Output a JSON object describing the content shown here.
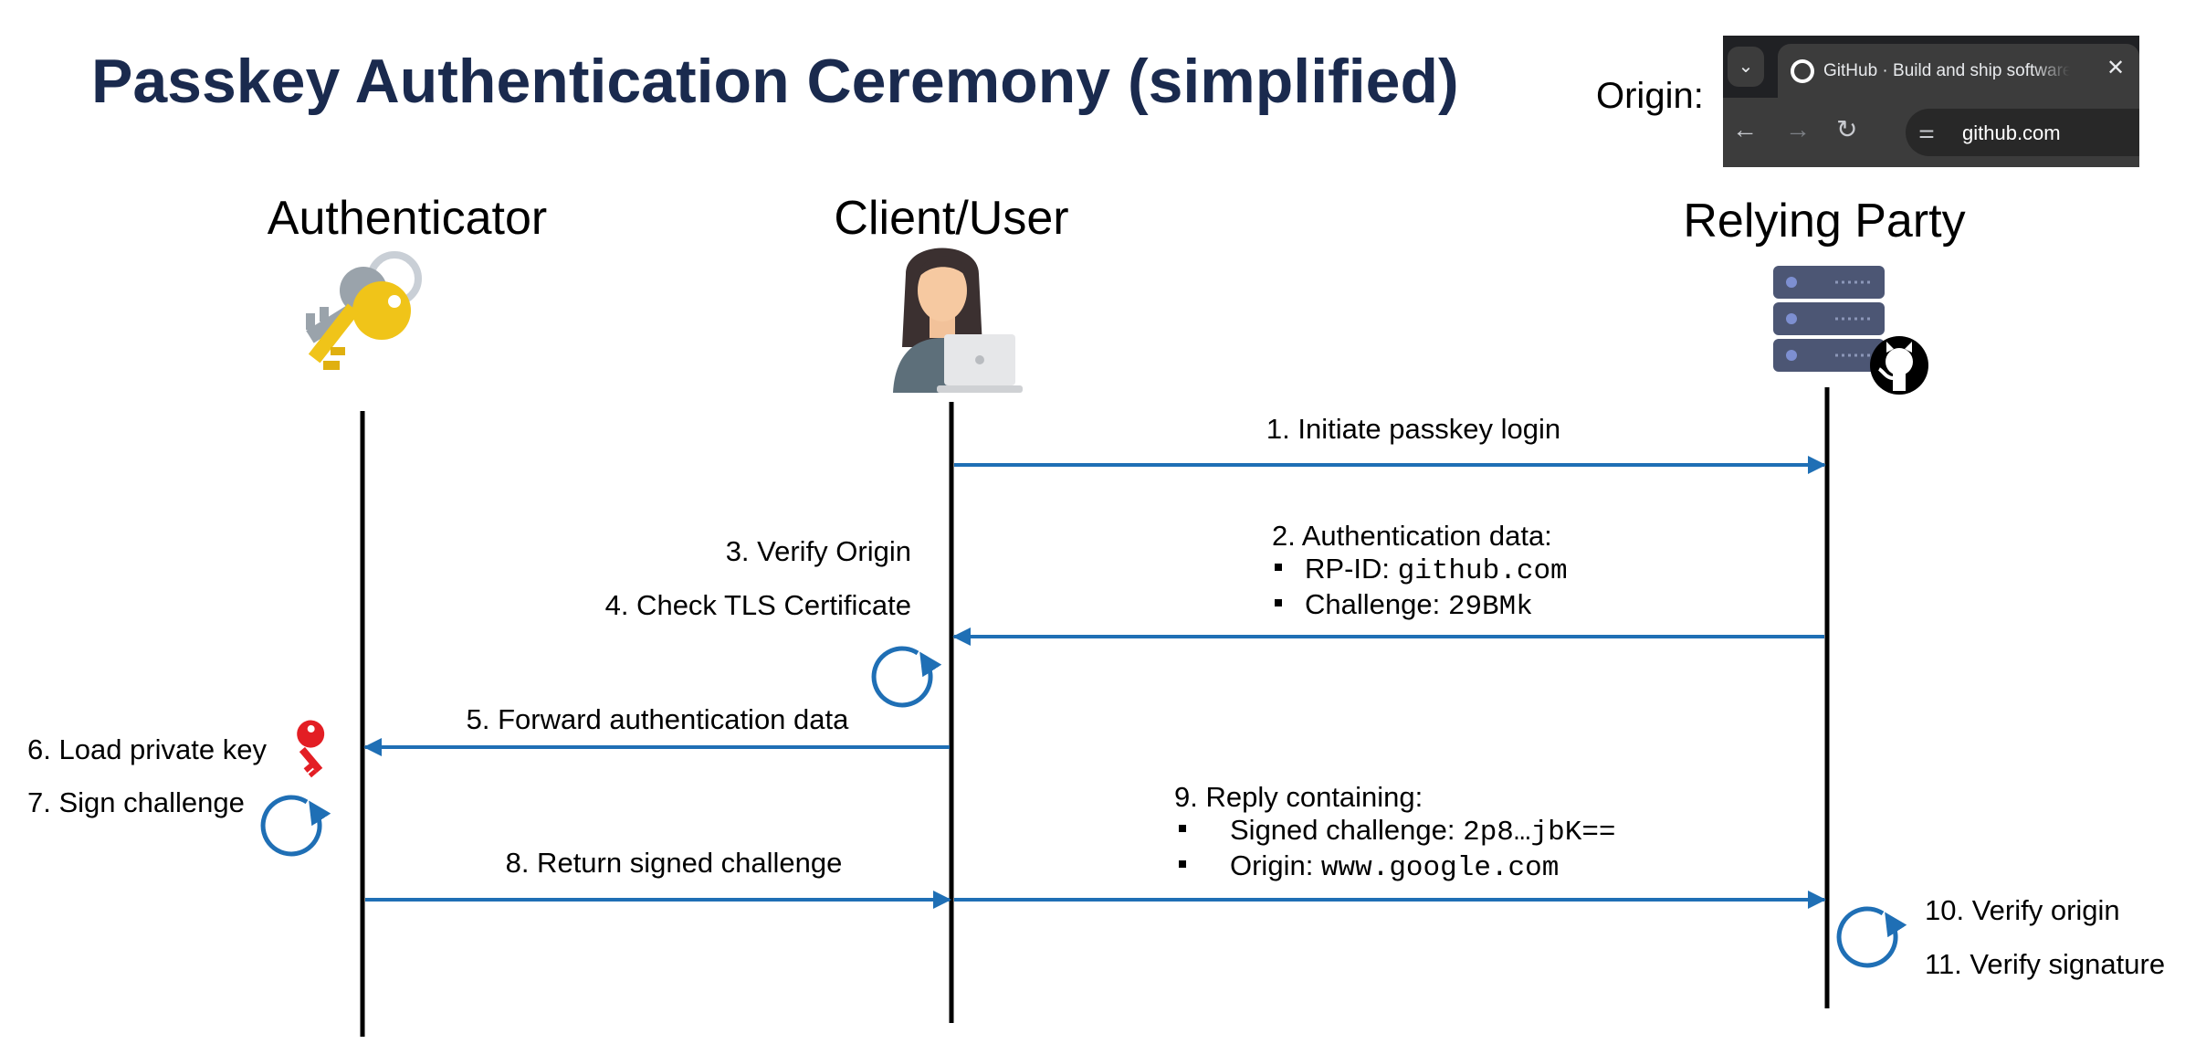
{
  "title": "Passkey Authentication Ceremony (simplified)",
  "origin_label": "Origin:",
  "browser": {
    "tab_title": "GitHub · Build and ship software",
    "url": "github.com",
    "icons": [
      "chevron-down-icon",
      "github-favicon-icon",
      "close-icon",
      "back-arrow-icon",
      "forward-arrow-icon",
      "reload-icon",
      "site-info-icon"
    ]
  },
  "actors": {
    "authenticator": "Authenticator",
    "client": "Client/User",
    "relying_party": "Relying Party"
  },
  "steps": {
    "s1": "1. Initiate passkey login",
    "s2_heading": "2. Authentication data:",
    "s2_rpid_label": "RP-ID: ",
    "s2_rpid_value": "github.com",
    "s2_challenge_label": "Challenge: ",
    "s2_challenge_value": "29BMk",
    "s3": "3. Verify Origin",
    "s4": "4. Check TLS Certificate",
    "s5": "5. Forward authentication data",
    "s6": "6. Load private key",
    "s7": "7. Sign challenge",
    "s8": "8. Return signed challenge",
    "s9_heading": "9. Reply containing:",
    "s9_signed_label": "Signed challenge: ",
    "s9_signed_value": "2p8…jbK==",
    "s9_origin_label": "Origin: ",
    "s9_origin_value": "www.google.com",
    "s10": "10. Verify origin",
    "s11": "11. Verify signature"
  },
  "colors": {
    "title": "#1a2a4e",
    "arrow": "#1f6fb5",
    "lifeline": "#000000",
    "red_key": "#e31e24"
  }
}
